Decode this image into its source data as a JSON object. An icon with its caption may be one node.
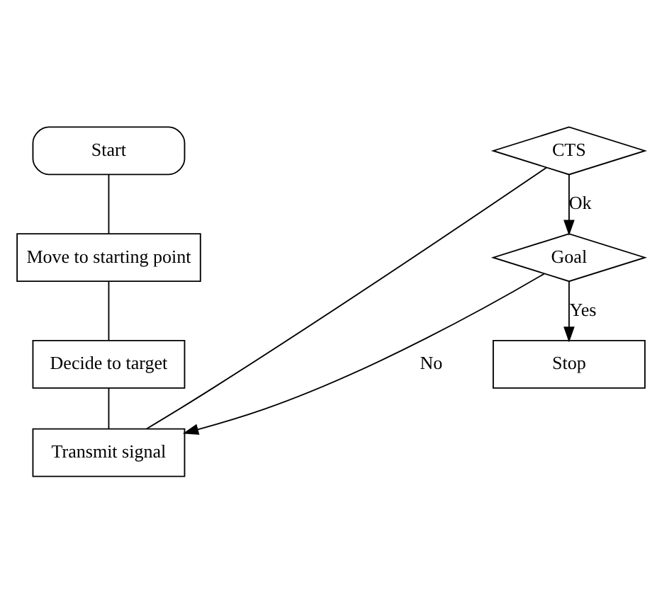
{
  "diagram": {
    "nodes": [
      {
        "text": [
          "Start"
        ]
      },
      {
        "text": [
          "Move to starting point"
        ]
      },
      {
        "text": [
          "Decide to target"
        ]
      },
      {
        "text": [
          "Transmit signal"
        ]
      },
      {
        "text": [
          "CTS"
        ]
      },
      {
        "text": [
          "Goal"
        ]
      },
      {
        "text": [
          "Stop"
        ]
      }
    ],
    "edges": [
      {
        "from": 0,
        "to": 1,
        "arrow": "none"
      },
      {
        "from": 1,
        "to": 2,
        "arrow": "none"
      },
      {
        "from": 2,
        "to": 3,
        "arrow": "none"
      },
      {
        "from": 3,
        "to": 4,
        "arrow": "none"
      },
      {
        "from": 4,
        "to": 5,
        "arrow": "to",
        "label": "Ok"
      },
      {
        "from": 5,
        "to": 6,
        "arrow": "to",
        "label": "Yes"
      },
      {
        "from": 5,
        "to": 3,
        "arrow": "to",
        "label": "No"
      }
    ]
  }
}
